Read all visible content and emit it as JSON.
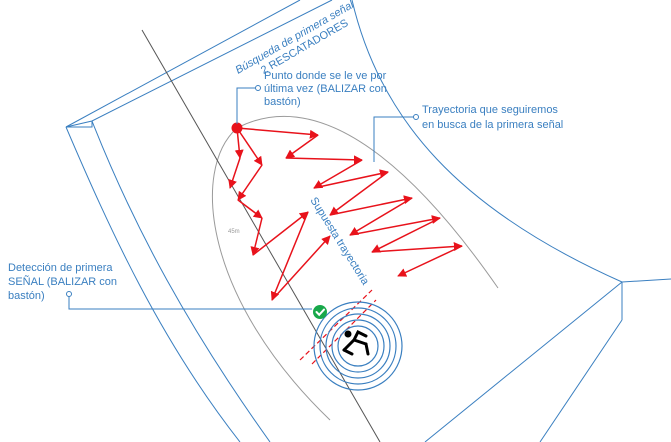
{
  "title": {
    "line1": "Búsqueda de primera señal",
    "line2": "2 RESCATADORES"
  },
  "labels": {
    "last_seen": [
      "Punto donde se le ve por",
      "última vez (BALIZAR con",
      "bastón)"
    ],
    "trajectory": [
      "Trayectoria que seguiremos",
      "en busca de la primera señal"
    ],
    "detection": [
      "Detección de primera",
      "SEÑAL (BALIZAR con",
      "bastón)"
    ],
    "supposed_path": "Supuesta trayectoria",
    "width_hint": "45m"
  },
  "colors": {
    "blue": "#3a7fc0",
    "red": "#e8121b",
    "grey": "#9a9a9a",
    "green": "#18a84a"
  },
  "icons": {
    "victim": "avalanche-victim-icon",
    "check": "check-icon"
  }
}
